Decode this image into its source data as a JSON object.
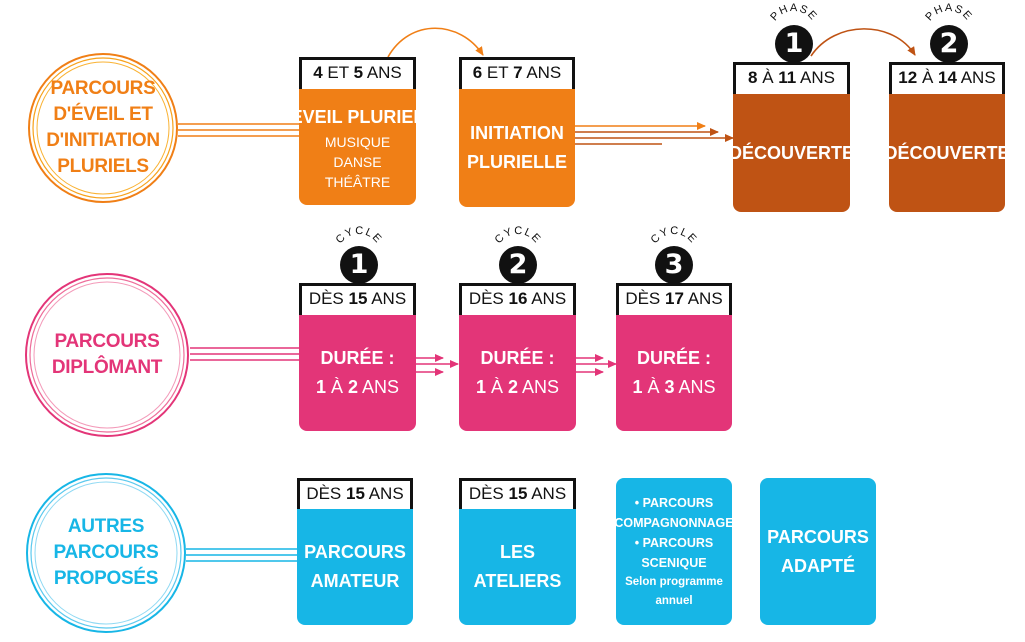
{
  "colors": {
    "orange": "#f07f16",
    "brown": "#bf5314",
    "pink": "#e33578",
    "blue": "#17b6e6"
  },
  "rows": [
    {
      "parcours": {
        "lines": [
          "PARCOURS",
          "D'ÉVEIL ET",
          "D'INITIATION",
          "PLURIELS"
        ]
      },
      "steps": [
        {
          "age": {
            "a": "4",
            "mid": " ET ",
            "b": "5",
            "end": " ANS"
          },
          "title": "EVEIL PLURIEL",
          "items": [
            "MUSIQUE",
            "DANSE",
            "THÉÂTRE"
          ]
        },
        {
          "age": {
            "a": "6",
            "mid": " ET ",
            "b": "7",
            "end": " ANS"
          },
          "lines": [
            "INITIATION",
            "PLURIELLE"
          ]
        },
        {
          "badge_label": "PHASE",
          "badge_number": "1",
          "age": {
            "a": "8",
            "mid": " À ",
            "b": "11",
            "end": " ANS"
          },
          "lines": [
            "DÉCOUVERTE"
          ]
        },
        {
          "badge_label": "PHASE",
          "badge_number": "2",
          "age": {
            "a": "12",
            "mid": " À ",
            "b": "14",
            "end": " ANS"
          },
          "lines": [
            "DÉCOUVERTE"
          ]
        }
      ]
    },
    {
      "parcours": {
        "lines": [
          "PARCOURS",
          "DIPLÔMANT"
        ]
      },
      "steps": [
        {
          "badge_label": "CYCLE",
          "badge_number": "1",
          "age": {
            "pre": "DÈS ",
            "a": "15",
            "end": " ANS"
          },
          "line1": "DURÉE :",
          "dur": {
            "a": "1",
            "mid": " À ",
            "b": "2",
            "end": " ANS"
          }
        },
        {
          "badge_label": "CYCLE",
          "badge_number": "2",
          "age": {
            "pre": "DÈS ",
            "a": "16",
            "end": " ANS"
          },
          "line1": "DURÉE :",
          "dur": {
            "a": "1",
            "mid": " À ",
            "b": "2",
            "end": " ANS"
          }
        },
        {
          "badge_label": "CYCLE",
          "badge_number": "3",
          "age": {
            "pre": "DÈS ",
            "a": "17",
            "end": " ANS"
          },
          "line1": "DURÉE :",
          "dur": {
            "a": "1",
            "mid": " À ",
            "b": "3",
            "end": " ANS"
          }
        }
      ]
    },
    {
      "parcours": {
        "lines": [
          "AUTRES",
          "PARCOURS",
          "PROPOSÉS"
        ]
      },
      "steps": [
        {
          "age": {
            "pre": "DÈS ",
            "a": "15",
            "end": " ANS"
          },
          "lines": [
            "PARCOURS",
            "AMATEUR"
          ]
        },
        {
          "age": {
            "pre": "DÈS ",
            "a": "15",
            "end": " ANS"
          },
          "lines": [
            "LES",
            "ATELIERS"
          ]
        },
        {
          "lines": [
            "• PARCOURS",
            "COMPAGNONNAGE",
            "• PARCOURS",
            "SCENIQUE"
          ],
          "note": [
            "Selon programme",
            "annuel"
          ]
        },
        {
          "lines": [
            "PARCOURS",
            "ADAPTÉ"
          ]
        }
      ]
    }
  ]
}
